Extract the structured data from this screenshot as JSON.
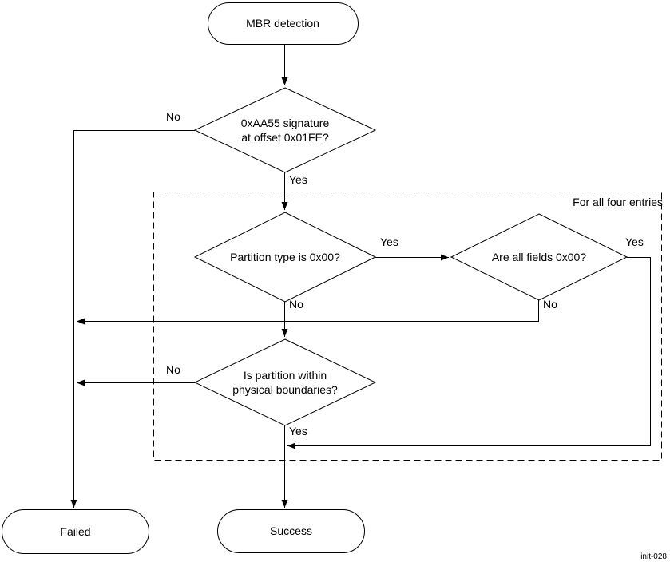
{
  "figure_id": "init-028",
  "colors": {
    "line": "#000000",
    "background": "#ffffff",
    "text": "#000000"
  },
  "loop_box": {
    "label": "For all four entries"
  },
  "nodes": {
    "start": {
      "label": "MBR detection"
    },
    "signature": {
      "label": "0xAA55 signature\nat offset 0x01FE?"
    },
    "partition_type": {
      "label": "Partition type is 0x00?"
    },
    "fields": {
      "label": "Are all fields 0x00?"
    },
    "boundaries": {
      "label": "Is partition within\nphysical boundaries?"
    },
    "failed": {
      "label": "Failed"
    },
    "success": {
      "label": "Success"
    }
  },
  "edges": {
    "signature_no": {
      "label": "No"
    },
    "signature_yes": {
      "label": "Yes"
    },
    "partition_type_yes": {
      "label": "Yes"
    },
    "partition_type_no": {
      "label": "No"
    },
    "fields_yes": {
      "label": "Yes"
    },
    "fields_no": {
      "label": "No"
    },
    "boundaries_no": {
      "label": "No"
    },
    "boundaries_yes": {
      "label": "Yes"
    }
  }
}
